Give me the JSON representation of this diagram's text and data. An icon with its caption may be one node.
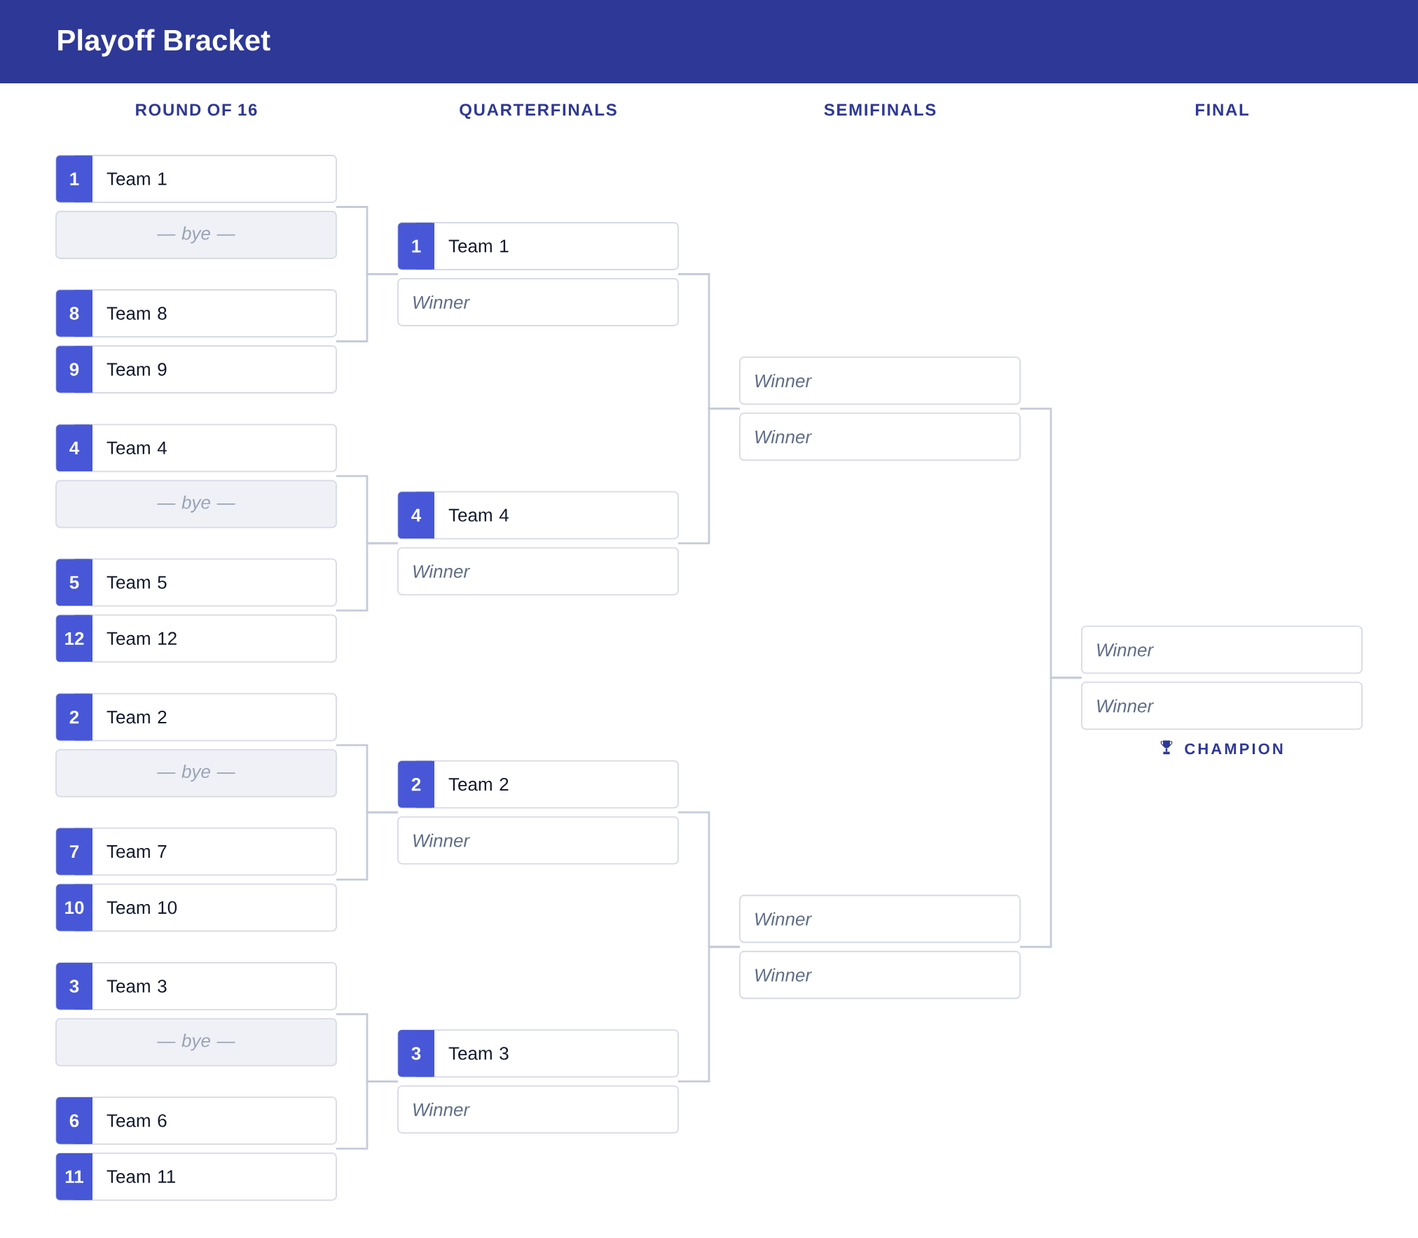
{
  "diagram": {
    "title": "Playoff Bracket",
    "nodes": [
      {
        "text": [
          "Team 1"
        ]
      },
      {
        "text": [
          "1"
        ],
        "in": 0
      },
      {
        "text": [
          "— bye —"
        ]
      },
      {
        "text": [
          "Team 8"
        ]
      },
      {
        "text": [
          "8"
        ],
        "in": 3
      },
      {
        "text": [
          "Team 9"
        ]
      },
      {
        "text": [
          "9"
        ],
        "in": 5
      },
      {
        "text": [
          "Team 4"
        ]
      },
      {
        "text": [
          "4"
        ],
        "in": 7
      },
      {
        "text": [
          "— bye —"
        ]
      },
      {
        "text": [
          "Team 5"
        ]
      },
      {
        "text": [
          "5"
        ],
        "in": 10
      },
      {
        "text": [
          "Team 12"
        ]
      },
      {
        "text": [
          "12"
        ],
        "in": 12
      },
      {
        "text": [
          "Team 2"
        ]
      },
      {
        "text": [
          "2"
        ],
        "in": 14
      },
      {
        "text": [
          "— bye —"
        ]
      },
      {
        "text": [
          "Team 7"
        ]
      },
      {
        "text": [
          "7"
        ],
        "in": 17
      },
      {
        "text": [
          "Team 10"
        ]
      },
      {
        "text": [
          "10"
        ],
        "in": 19
      },
      {
        "text": [
          "Team 3"
        ]
      },
      {
        "text": [
          "3"
        ],
        "in": 21
      },
      {
        "text": [
          "— bye —"
        ]
      },
      {
        "text": [
          "Team 6"
        ]
      },
      {
        "text": [
          "6"
        ],
        "in": 24
      },
      {
        "text": [
          "Team 11"
        ]
      },
      {
        "text": [
          "11"
        ],
        "in": 26
      },
      {
        "text": [
          "Team 1"
        ]
      },
      {
        "text": [
          "1"
        ],
        "in": 28
      },
      {
        "text": [
          "Winner"
        ]
      },
      {
        "text": [
          "Team 4"
        ]
      },
      {
        "text": [
          "4"
        ],
        "in": 31
      },
      {
        "text": [
          "Winner"
        ]
      },
      {
        "text": [
          "Team 2"
        ]
      },
      {
        "text": [
          "2"
        ],
        "in": 34
      },
      {
        "text": [
          "Winner"
        ]
      },
      {
        "text": [
          "Team 3"
        ]
      },
      {
        "text": [
          "3"
        ],
        "in": 37
      },
      {
        "text": [
          "Winner"
        ]
      },
      {
        "text": [
          "Winner"
        ]
      },
      {
        "text": [
          "Winner"
        ]
      },
      {
        "text": [
          "Winner"
        ]
      },
      {
        "text": [
          "Winner"
        ]
      },
      {
        "text": [
          "Winner"
        ]
      },
      {
        "text": [
          "Winner"
        ]
      }
    ],
    "edges": [
      {
        "from": 0,
        "to": 28,
        "arrow": "none"
      },
      {
        "from": 3,
        "to": 30,
        "arrow": "none"
      },
      {
        "from": 7,
        "to": 31,
        "arrow": "none"
      },
      {
        "from": 10,
        "to": 33,
        "arrow": "none"
      },
      {
        "from": 14,
        "to": 34,
        "arrow": "none"
      },
      {
        "from": 17,
        "to": 36,
        "arrow": "none"
      },
      {
        "from": 21,
        "to": 37,
        "arrow": "none"
      },
      {
        "from": 24,
        "to": 39,
        "arrow": "none"
      },
      {
        "from": 28,
        "to": 40,
        "arrow": "none"
      },
      {
        "from": 31,
        "to": 41,
        "arrow": "none"
      },
      {
        "from": 34,
        "to": 42,
        "arrow": "none"
      },
      {
        "from": 37,
        "to": 43,
        "arrow": "none"
      },
      {
        "from": 40,
        "to": 44,
        "arrow": "none"
      },
      {
        "from": 42,
        "to": 45,
        "arrow": "none"
      }
    ],
    "labels": [
      "ROUND OF 16",
      "QUARTERFINALS",
      "SEMIFINALS",
      "FINAL",
      "CHAMPION"
    ]
  }
}
